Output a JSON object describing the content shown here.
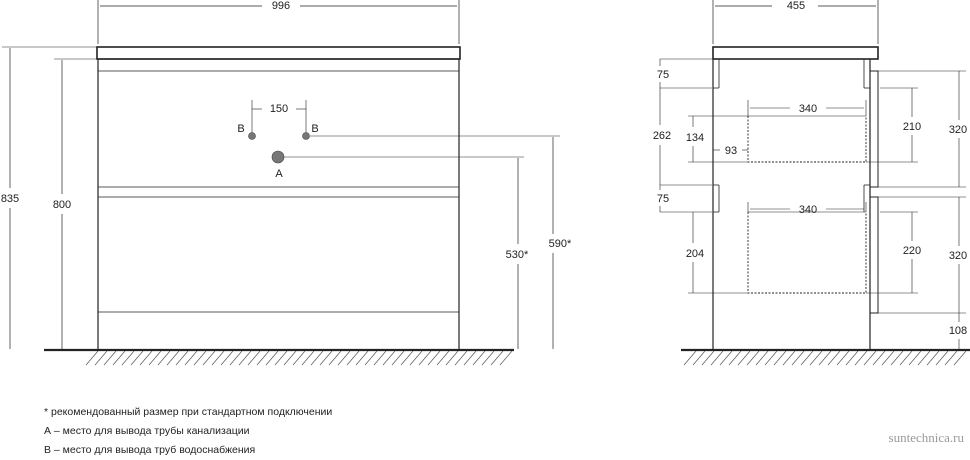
{
  "front_view": {
    "width": "996",
    "height_total": "835",
    "height_body": "800",
    "pipe_spacing": "150",
    "label_b_left": "B",
    "label_b_right": "B",
    "label_a": "A",
    "height_a": "530*",
    "height_b": "590*"
  },
  "side_view": {
    "depth": "455",
    "top_gap": "75",
    "upper_section": "262",
    "mid_gap": "75",
    "upper_drawer_depth": "340",
    "lower_drawer_depth": "340",
    "upper_inner_height": "134",
    "upper_inner_offset": "93",
    "lower_inner_height": "204",
    "upper_box_height": "210",
    "lower_box_height": "220",
    "upper_front_height": "320",
    "lower_front_height": "320",
    "leg_height": "108"
  },
  "notes": {
    "recommended": "* рекомендованный размер при стандартном подключении",
    "a_meaning": "А – место для вывода трубы канализации",
    "b_meaning": "В – место для вывода труб водоснабжения"
  },
  "watermark": "suntechnica.ru",
  "colors": {
    "line": "#222222",
    "hatch": "#555555",
    "pipe": "#777777",
    "watermark": "#9a9a9a"
  }
}
